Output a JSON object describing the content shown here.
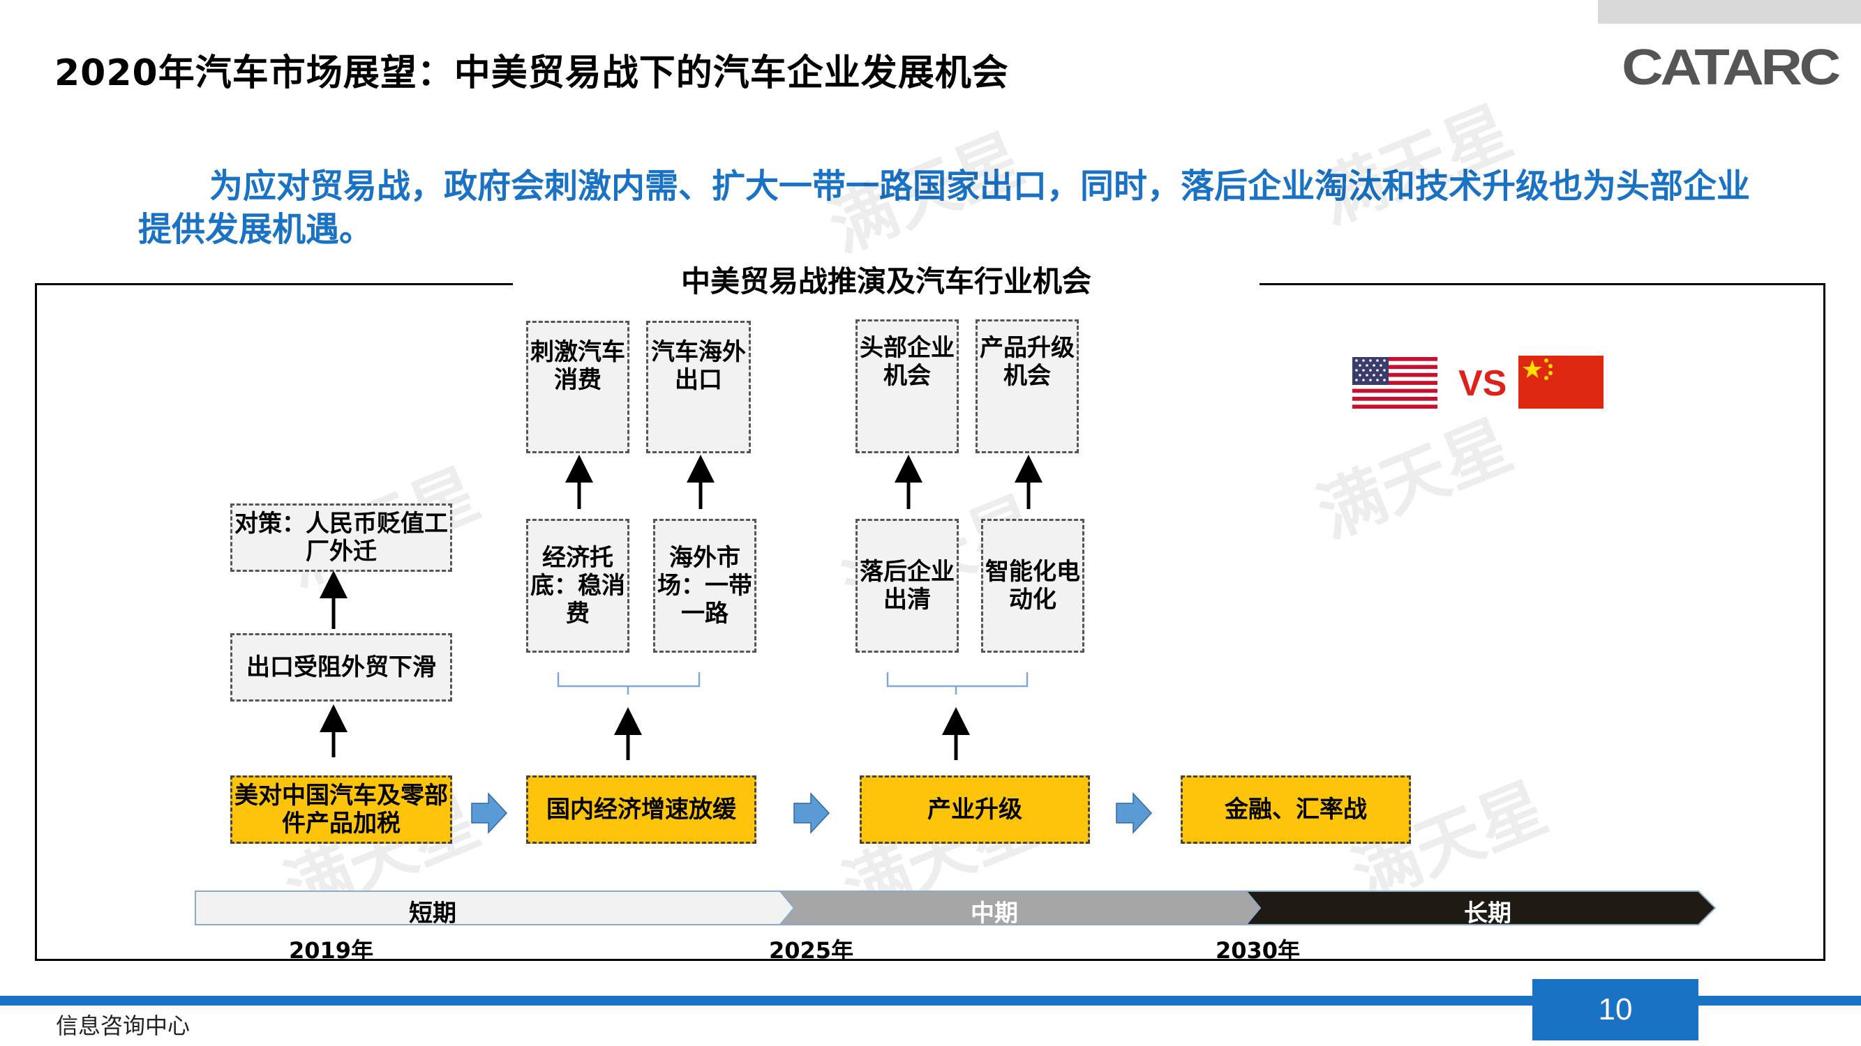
{
  "header": {
    "title": "2020年汽车市场展望：中美贸易战下的汽车企业发展机会",
    "logo_text": "CATARC"
  },
  "subtitle": "为应对贸易战，政府会刺激内需、扩大一带一路国家出口，同时，落后企业淘汰和技术升级也为头部企业提供发展机遇。",
  "diagram": {
    "title": "中美贸易战推演及汽车行业机会",
    "vs_label": "VS",
    "flow": [
      "美对中国汽车及零部件产品加税",
      "国内经济增速放缓",
      "产业升级",
      "金融、汇率战"
    ],
    "short_term": {
      "level1": "出口受阻外贸下滑",
      "level2": "对策：人民币贬值工厂外迁"
    },
    "mid_near": {
      "causes": [
        "经济托底：稳消费",
        "海外市场：一带一路"
      ],
      "results": [
        "刺激汽车消费",
        "汽车海外出口"
      ]
    },
    "mid_far": {
      "causes": [
        "落后企业出清",
        "智能化电动化"
      ],
      "results": [
        "头部企业机会",
        "产品升级机会"
      ]
    },
    "timeline": {
      "periods": [
        "短期",
        "中期",
        "长期"
      ],
      "years": [
        "2019年",
        "2025年",
        "2030年"
      ]
    },
    "colors": {
      "flow_box": "#fec409",
      "short_bar": "#f2f2f2",
      "mid_bar": "#a6a6a6",
      "long_bar": "#1f1a14",
      "arrow_blue": "#5b9bd5"
    }
  },
  "watermark": "满天星",
  "footer": {
    "dept": "信息咨询中心",
    "page_number": "10",
    "accent": "#1a72c5"
  }
}
